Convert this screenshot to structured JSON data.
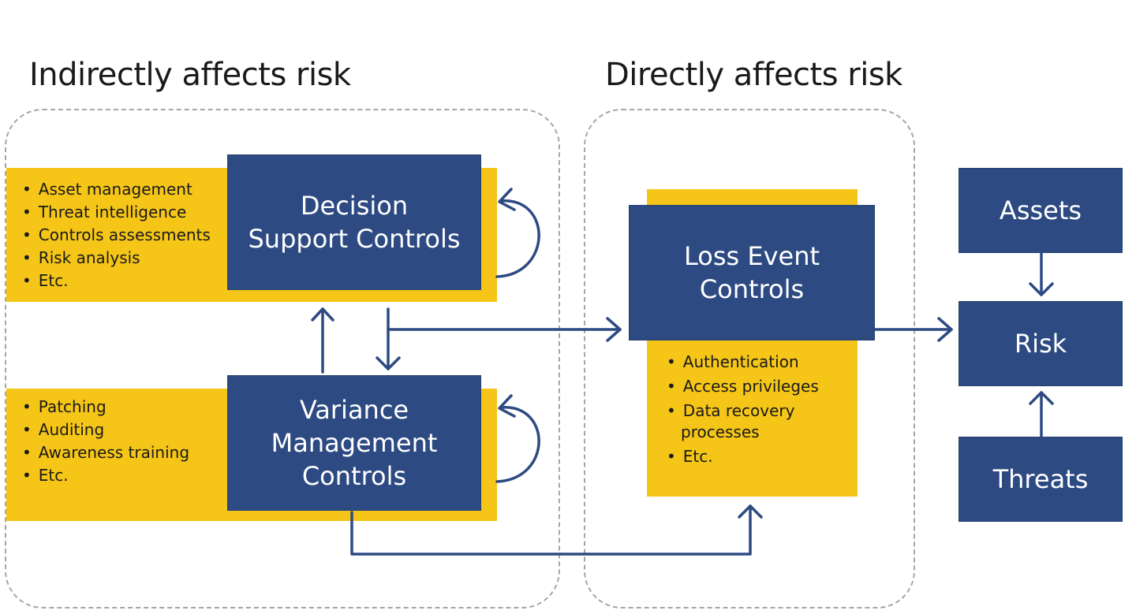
{
  "headings": {
    "indirect": "Indirectly affects risk",
    "direct": "Directly affects risk"
  },
  "decision_support": {
    "title_line1": "Decision",
    "title_line2": "Support Controls",
    "items": [
      "Asset management",
      "Threat intelligence",
      "Controls assessments",
      "Risk analysis",
      "Etc."
    ]
  },
  "variance_management": {
    "title_line1": "Variance",
    "title_line2": "Management",
    "title_line3": "Controls",
    "items": [
      "Patching",
      "Auditing",
      "Awareness training",
      "Etc."
    ]
  },
  "loss_event": {
    "title_line1": "Loss Event",
    "title_line2": "Controls",
    "items": [
      "Authentication",
      "Access privileges",
      "Data recovery processes",
      "Etc."
    ]
  },
  "risk_model": {
    "assets": "Assets",
    "risk": "Risk",
    "threats": "Threats"
  },
  "colors": {
    "navy": "#2d4a82",
    "yellow": "#f5c518",
    "arrow": "#2d4a82",
    "dashed_border": "#a6a6a6"
  }
}
